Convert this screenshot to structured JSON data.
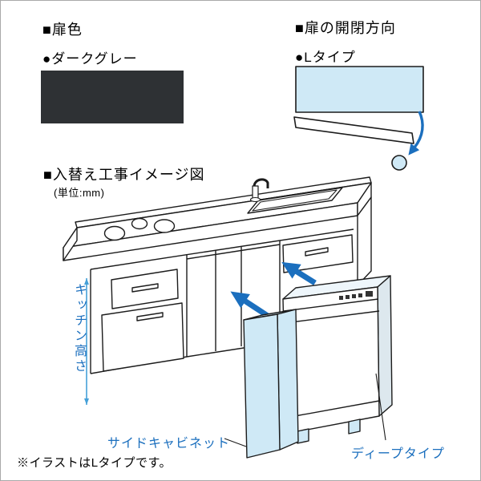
{
  "door_color": {
    "heading": "■扉色",
    "value": "●ダークグレー",
    "swatch_color": "#2e3134"
  },
  "door_direction": {
    "heading": "■扉の開閉方向",
    "value": "●Lタイプ"
  },
  "installation_diagram": {
    "heading": "■入替え工事イメージ図",
    "unit_note": "(単位:mm)",
    "labels": {
      "kitchen_height": "キッチン高さ",
      "side_cabinet": "サイドキャビネット",
      "deep_type": "ディープタイプ"
    },
    "colors": {
      "highlight_fill": "#cfe9f6",
      "accent_blue": "#1b6fbe",
      "dimension_blue": "#45a0d8",
      "line_color": "#1c1c1c"
    }
  },
  "page": {
    "footnote": "※イラストはLタイプです。"
  }
}
